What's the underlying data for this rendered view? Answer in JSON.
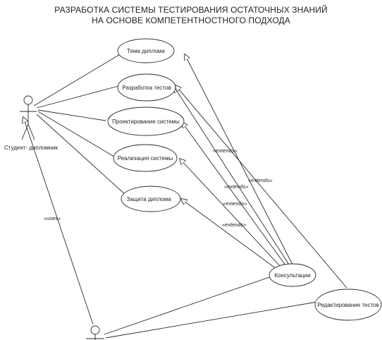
{
  "title": {
    "line1": "РАЗРАБОТКА СИСТЕМЫ ТЕСТИРОВАНИЯ ОСТАТОЧНЫХ ЗНАНИЙ",
    "line2": "НА ОСНОВЕ КОМПЕТЕНТНОСТНОГО ПОДХОДА"
  },
  "actors": {
    "student": "Студент- дипломник"
  },
  "use_cases": {
    "topic": "Тема диплома",
    "test_dev": "Разработка тестов",
    "design": "Проектирование системы",
    "implementation": "Реализация системы",
    "defense": "Защита диплома",
    "consultations": "Консультации",
    "test_edit": "Редактирование тестов"
  },
  "relations": {
    "extends_1": "«extends»",
    "extends_2": "«extends»",
    "extends_3": "«extends»",
    "extends_4": "«extends»",
    "extends_5": "«extends»",
    "uses": "«uses»"
  }
}
